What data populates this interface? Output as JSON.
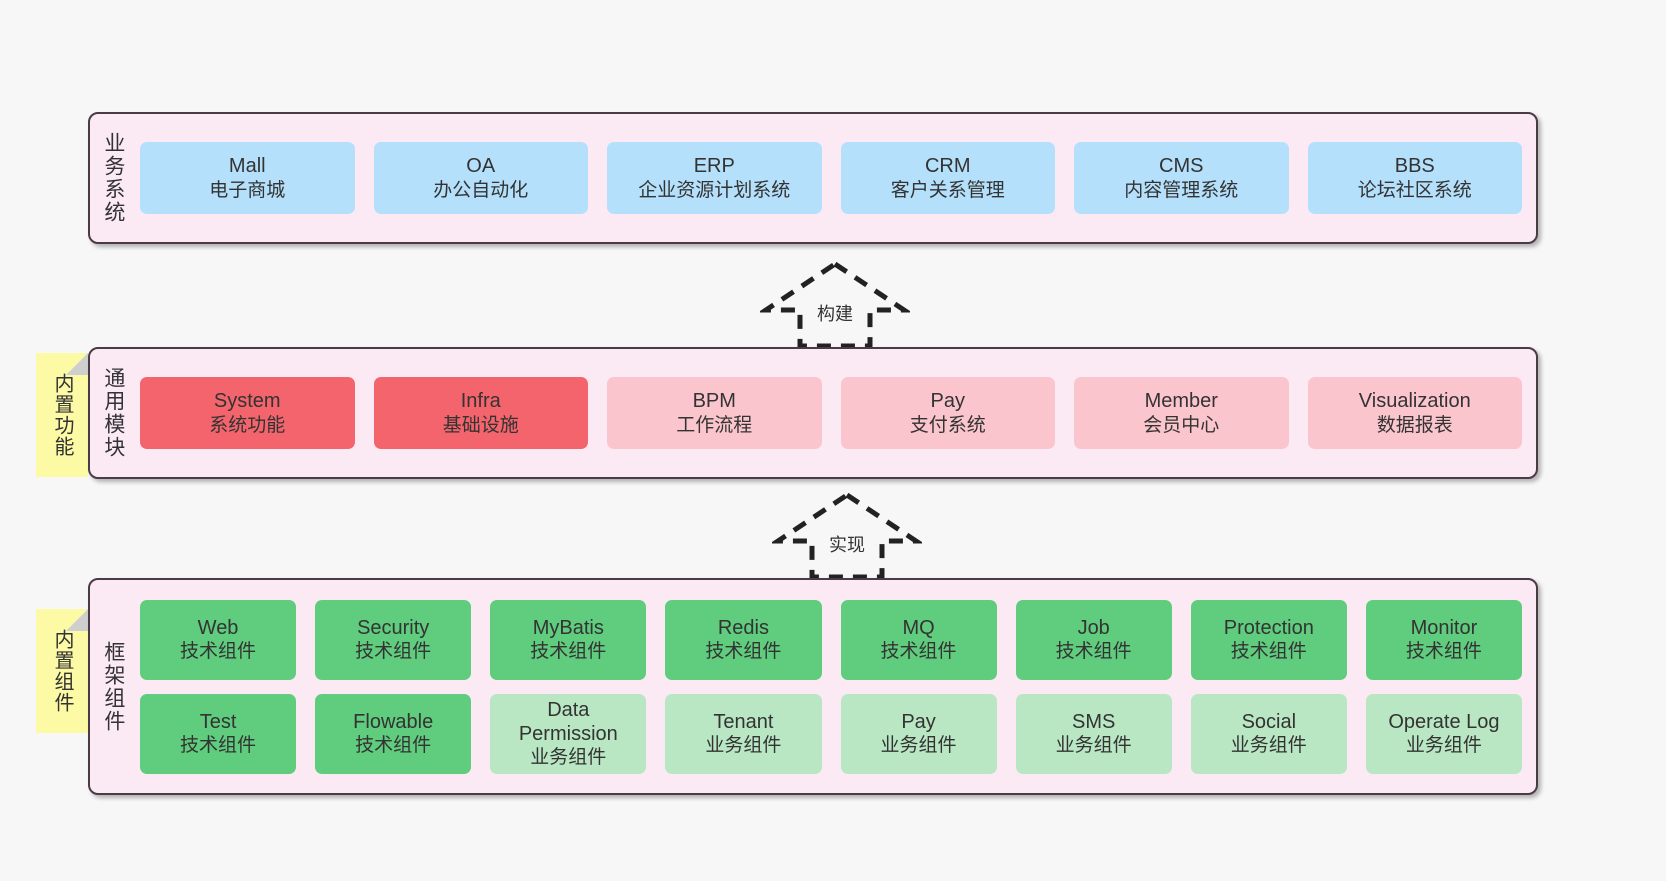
{
  "diagram": {
    "background_color": "#f7f7f7",
    "container_bg": "#fbeaf4",
    "container_border": "#4a3b44",
    "note_color": "#fcfaa5"
  },
  "layers": [
    {
      "id": "business",
      "title": "业务系统",
      "rows": [
        {
          "cells": [
            {
              "name": "Mall",
              "sub": "电子商城",
              "color": "#b4e0fb",
              "variant": "c-blue"
            },
            {
              "name": "OA",
              "sub": "办公自动化",
              "color": "#b4e0fb",
              "variant": "c-blue"
            },
            {
              "name": "ERP",
              "sub": "企业资源计划系统",
              "color": "#b4e0fb",
              "variant": "c-blue"
            },
            {
              "name": "CRM",
              "sub": "客户关系管理",
              "color": "#b4e0fb",
              "variant": "c-blue"
            },
            {
              "name": "CMS",
              "sub": "内容管理系统",
              "color": "#b4e0fb",
              "variant": "c-blue"
            },
            {
              "name": "BBS",
              "sub": "论坛社区系统",
              "color": "#b4e0fb",
              "variant": "c-blue"
            }
          ]
        }
      ]
    },
    {
      "id": "common",
      "title": "通用模块",
      "note": "内置功能",
      "rows": [
        {
          "cells": [
            {
              "name": "System",
              "sub": "系统功能",
              "color": "#f4646d",
              "variant": "c-red"
            },
            {
              "name": "Infra",
              "sub": "基础设施",
              "color": "#f4646d",
              "variant": "c-red"
            },
            {
              "name": "BPM",
              "sub": "工作流程",
              "color": "#fbc5cd",
              "variant": "c-pink"
            },
            {
              "name": "Pay",
              "sub": "支付系统",
              "color": "#fbc5cd",
              "variant": "c-pink"
            },
            {
              "name": "Member",
              "sub": "会员中心",
              "color": "#fbc5cd",
              "variant": "c-pink"
            },
            {
              "name": "Visualization",
              "sub": "数据报表",
              "color": "#fbc5cd",
              "variant": "c-pink"
            }
          ]
        }
      ]
    },
    {
      "id": "framework",
      "title": "框架组件",
      "note": "内置组件",
      "rows": [
        {
          "cells": [
            {
              "name": "Web",
              "sub": "技术组件",
              "color": "#5fcc7e",
              "variant": "c-green"
            },
            {
              "name": "Security",
              "sub": "技术组件",
              "color": "#5fcc7e",
              "variant": "c-green"
            },
            {
              "name": "MyBatis",
              "sub": "技术组件",
              "color": "#5fcc7e",
              "variant": "c-green"
            },
            {
              "name": "Redis",
              "sub": "技术组件",
              "color": "#5fcc7e",
              "variant": "c-green"
            },
            {
              "name": "MQ",
              "sub": "技术组件",
              "color": "#5fcc7e",
              "variant": "c-green"
            },
            {
              "name": "Job",
              "sub": "技术组件",
              "color": "#5fcc7e",
              "variant": "c-green"
            },
            {
              "name": "Protection",
              "sub": "技术组件",
              "color": "#5fcc7e",
              "variant": "c-green"
            },
            {
              "name": "Monitor",
              "sub": "技术组件",
              "color": "#5fcc7e",
              "variant": "c-green"
            }
          ]
        },
        {
          "cells": [
            {
              "name": "Test",
              "sub": "技术组件",
              "color": "#5fcc7e",
              "variant": "c-green"
            },
            {
              "name": "Flowable",
              "sub": "技术组件",
              "color": "#5fcc7e",
              "variant": "c-green"
            },
            {
              "name": "Data Permission",
              "sub": "业务组件",
              "color": "#b9e7c3",
              "variant": "c-lightgreen"
            },
            {
              "name": "Tenant",
              "sub": "业务组件",
              "color": "#b9e7c3",
              "variant": "c-lightgreen"
            },
            {
              "name": "Pay",
              "sub": "业务组件",
              "color": "#b9e7c3",
              "variant": "c-lightgreen"
            },
            {
              "name": "SMS",
              "sub": "业务组件",
              "color": "#b9e7c3",
              "variant": "c-lightgreen"
            },
            {
              "name": "Social",
              "sub": "业务组件",
              "color": "#b9e7c3",
              "variant": "c-lightgreen"
            },
            {
              "name": "Operate Log",
              "sub": "业务组件",
              "color": "#b9e7c3",
              "variant": "c-lightgreen"
            }
          ]
        }
      ]
    }
  ],
  "arrows": [
    {
      "id": "build",
      "label": "构建",
      "style": "dashed-hollow-up"
    },
    {
      "id": "impl",
      "label": "实现",
      "style": "dashed-hollow-up"
    }
  ]
}
